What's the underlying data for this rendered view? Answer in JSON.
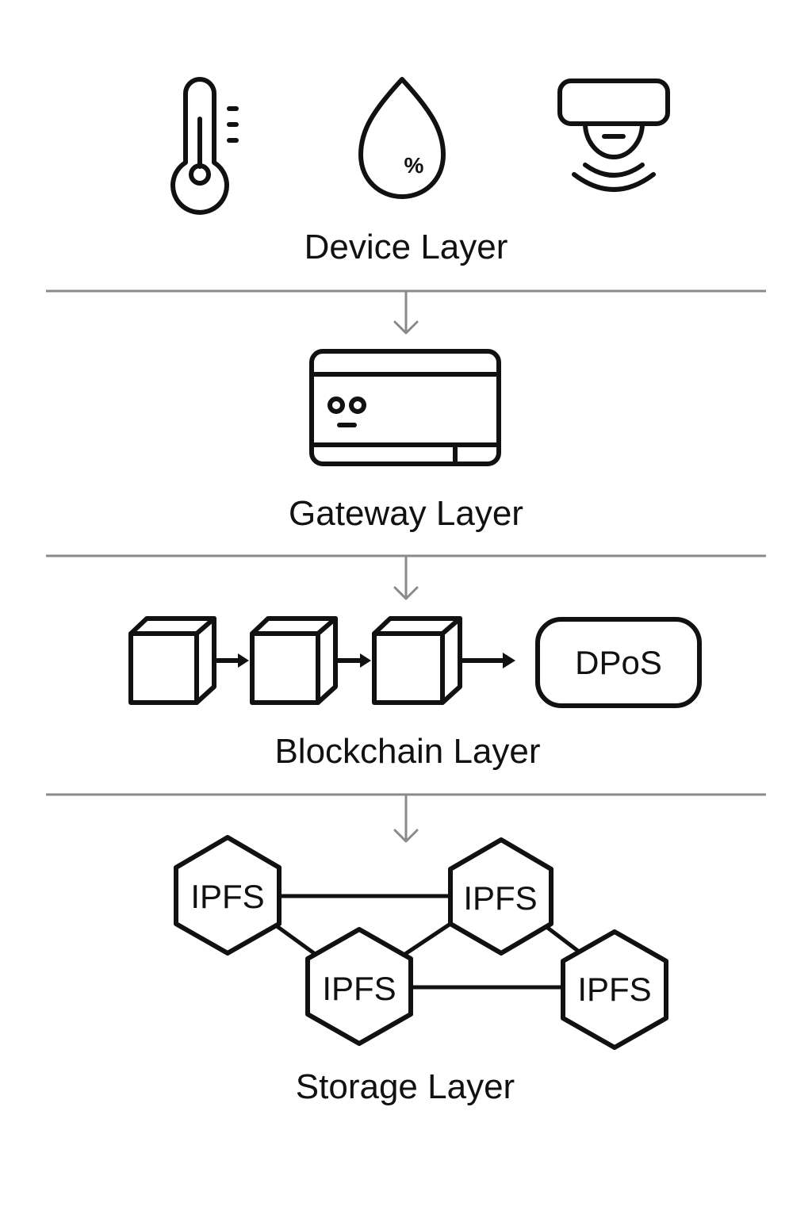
{
  "layers": {
    "device": {
      "label": "Device Layer",
      "icons": [
        "thermometer-icon",
        "humidity-drop-icon",
        "motion-sensor-icon"
      ],
      "humidity_symbol": "%"
    },
    "gateway": {
      "label": "Gateway Layer",
      "icons": [
        "gateway-device-icon"
      ]
    },
    "blockchain": {
      "label": "Blockchain Layer",
      "consensus": "DPoS",
      "icons": [
        "block-cube-icon",
        "block-cube-icon",
        "block-cube-icon"
      ]
    },
    "storage": {
      "label": "Storage Layer",
      "nodes": [
        "IPFS",
        "IPFS",
        "IPFS",
        "IPFS"
      ]
    }
  },
  "colors": {
    "ink": "#111111",
    "divider": "#8a8a8a",
    "background": "#ffffff"
  }
}
